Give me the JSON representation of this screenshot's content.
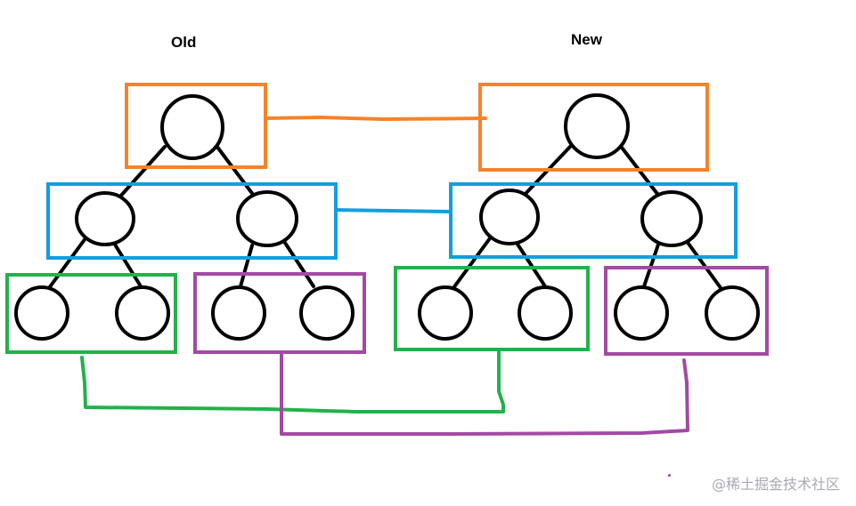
{
  "titles": {
    "old": "Old",
    "new": "New"
  },
  "watermark": "@稀土掘金技术社区",
  "colors": {
    "level_root": "#f5832a",
    "level_children": "#139fdc",
    "left_group": "#22b14c",
    "right_group": "#a349a4",
    "nodes": "#000000"
  },
  "trees": [
    "old",
    "new"
  ]
}
